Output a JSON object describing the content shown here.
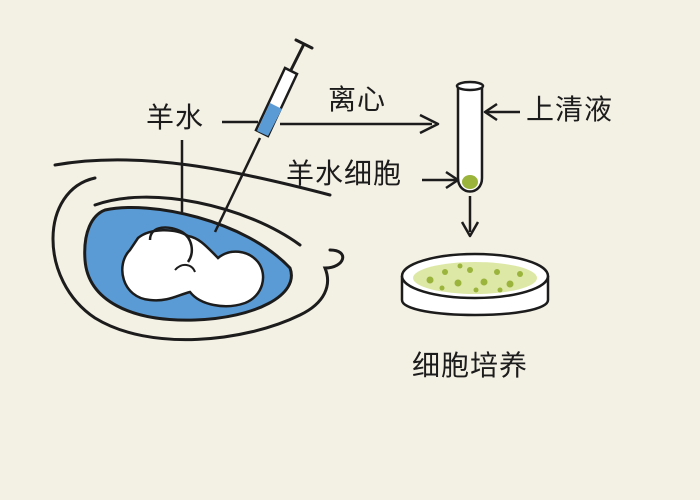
{
  "labels": {
    "amniotic_fluid": "羊水",
    "centrifuge": "离心",
    "supernatant": "上清液",
    "amniotic_cells": "羊水细胞",
    "cell_culture": "细胞培养"
  },
  "colors": {
    "background": "#f3f0e4",
    "fluid": "#5b9bd5",
    "ink": "#1c1c1c",
    "embryo": "#ffffff",
    "cell_sediment": "#9ab43c",
    "culture_medium": "#dde8a6"
  }
}
